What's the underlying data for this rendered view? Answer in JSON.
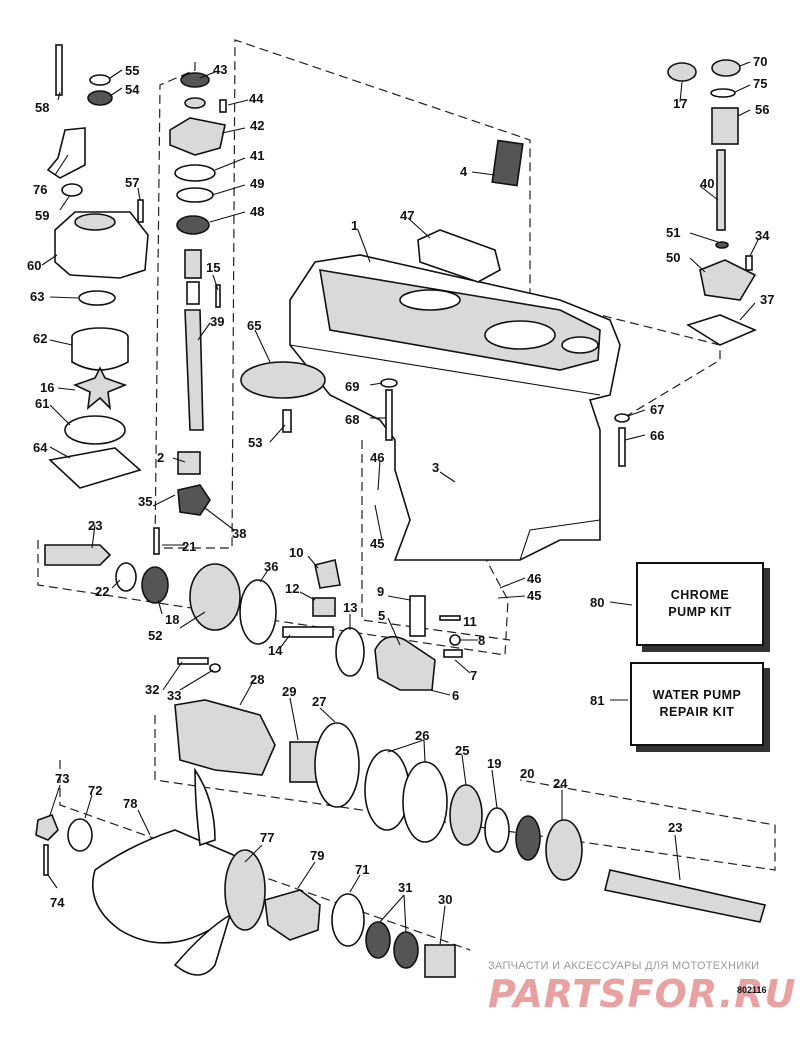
{
  "kits": [
    {
      "callout": "80",
      "label": "CHROME\nPUMP KIT"
    },
    {
      "callout": "81",
      "label": "WATER PUMP\nREPAIR KIT"
    }
  ],
  "callouts": [
    "1",
    "2",
    "3",
    "4",
    "5",
    "6",
    "7",
    "8",
    "9",
    "10",
    "11",
    "12",
    "13",
    "14",
    "15",
    "16",
    "17",
    "18",
    "19",
    "20",
    "21",
    "22",
    "23",
    "23",
    "24",
    "25",
    "26",
    "27",
    "28",
    "29",
    "30",
    "31",
    "32",
    "33",
    "34",
    "35",
    "36",
    "37",
    "38",
    "39",
    "40",
    "41",
    "42",
    "43",
    "44",
    "45",
    "45",
    "46",
    "46",
    "47",
    "48",
    "49",
    "50",
    "51",
    "52",
    "53",
    "54",
    "55",
    "56",
    "57",
    "58",
    "59",
    "60",
    "61",
    "62",
    "63",
    "64",
    "65",
    "66",
    "67",
    "68",
    "69",
    "70",
    "71",
    "72",
    "73",
    "74",
    "75",
    "76",
    "77",
    "78",
    "79"
  ],
  "watermark": {
    "caption": "ЗАПЧАСТИ И АКСЕССУАРЫ ДЛЯ МОТОТЕХНИКИ",
    "logo": "PARTSFOR.RU"
  },
  "drawing_code": "802116"
}
